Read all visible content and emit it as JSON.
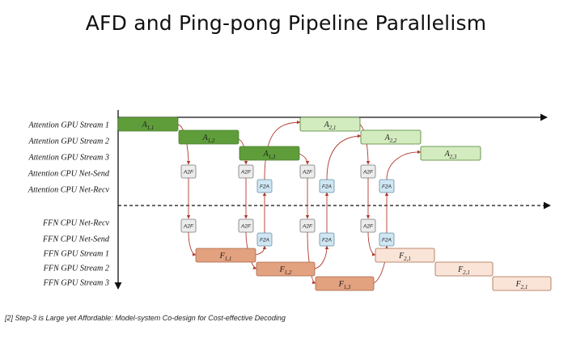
{
  "title": "AFD and Ping-pong Pipeline Parallelism",
  "citation": "[2] Step-3 is Large yet Affordable: Model-system Co-design for Cost-effective Decoding",
  "colors": {
    "attn_dark": "#5f9d3b",
    "attn_mid": "#8fc36b",
    "attn_light": "#d3ecbf",
    "ffn_dark": "#e2a17f",
    "ffn_light": "#f9e4d7",
    "a2f_fill": "#ececec",
    "f2a_fill": "#cfe6f3",
    "arrow": "#b03a2e"
  },
  "rows": {
    "top": [
      "Attention GPU Stream 1",
      "Attention GPU Stream 2",
      "Attention GPU Stream 3",
      "Attention CPU Net-Send",
      "Attention CPU Net-Recv"
    ],
    "bottom": [
      "FFN CPU Net-Recv",
      "FFN CPU Net-Send",
      "FFN GPU Stream 1",
      "FFN GPU Stream 2",
      "FFN GPU Stream 3"
    ]
  },
  "attention_blocks": [
    {
      "base": "A",
      "sub": "1,1",
      "row": 0,
      "shade": "dark"
    },
    {
      "base": "A",
      "sub": "1,2",
      "row": 1,
      "shade": "dark"
    },
    {
      "base": "A",
      "sub": "1,3",
      "row": 2,
      "shade": "dark"
    },
    {
      "base": "A",
      "sub": "2,1",
      "row": 0,
      "shade": "light"
    },
    {
      "base": "A",
      "sub": "2,2",
      "row": 1,
      "shade": "light"
    },
    {
      "base": "A",
      "sub": "2,3",
      "row": 2,
      "shade": "light"
    }
  ],
  "ffn_blocks": [
    {
      "base": "F",
      "sub": "1,1",
      "row": 2,
      "shade": "dark"
    },
    {
      "base": "F",
      "sub": "1,2",
      "row": 3,
      "shade": "dark"
    },
    {
      "base": "F",
      "sub": "1,3",
      "row": 4,
      "shade": "dark"
    },
    {
      "base": "F",
      "sub": "2,1",
      "row": 2,
      "shade": "light"
    },
    {
      "base": "F",
      "sub": "2,1",
      "row": 3,
      "shade": "light"
    },
    {
      "base": "F",
      "sub": "2,1",
      "row": 4,
      "shade": "light"
    }
  ],
  "tags": {
    "a2f": "A2F",
    "f2a": "F2A"
  }
}
